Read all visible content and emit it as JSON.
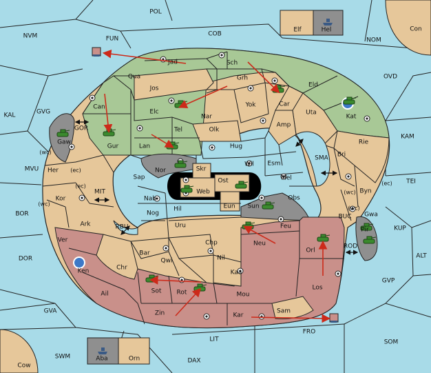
{
  "colors": {
    "sea": "#a8dbe8",
    "green": "#a8c896",
    "tan": "#e6c79a",
    "red": "#c9908a",
    "gray": "#8f8f8f",
    "black": "#000000",
    "arrow": "#cc2a1a",
    "border": "#222222"
  },
  "regions": {
    "pol": "POL",
    "fun": "FUN",
    "cob": "COB",
    "nvm": "NVM",
    "nom": "NOM",
    "con": "Con",
    "elf": "Elf",
    "hel": "Hel",
    "ovd": "OVD",
    "kal": "KAL",
    "gvg": "GVG",
    "mvu": "MVU",
    "bor": "BOR",
    "dor": "DOR",
    "gva": "GVA",
    "swm": "SWM",
    "cow": "Cow",
    "aba": "Aba",
    "orn": "Orn",
    "dax": "DAX",
    "lit": "LIT",
    "fro": "FRO",
    "som": "SOM",
    "gvp": "GVP",
    "alt": "ALT",
    "kup": "KUP",
    "tei": "TEI",
    "kam": "KAM",
    "sma": "SMA",
    "mit": "MIT",
    "rbu": "RBU",
    "buc": "BUC",
    "rod": "ROD",
    "gor": "GOR",
    "jad": "Jad",
    "sch": "Sch",
    "qua": "Qua",
    "jos": "Jos",
    "grh": "Grh",
    "car": "Car",
    "eld": "Eld",
    "kat": "Kat",
    "uta": "Uta",
    "can": "Can",
    "elc": "Elc",
    "nar": "Nar",
    "yok": "Yok",
    "amp": "Amp",
    "tel": "Tel",
    "olk": "Olk",
    "gur": "Gur",
    "lan": "Lan",
    "hug": "Hug",
    "rie": "Rie",
    "bri": "Bri",
    "gaw": "Gaw",
    "wil": "Wil",
    "esm": "Esm",
    "nor": "Nor",
    "skr": "Skr",
    "ost": "Ost",
    "web": "Web",
    "mel": "Mel",
    "her": "Her",
    "sap": "Sap",
    "eun": "Eun",
    "obs": "Obs",
    "byn": "Byn",
    "kor": "Kor",
    "nab": "Nab",
    "sun": "Sun",
    "gwa": "Gwa",
    "ark": "Ark",
    "hil": "Hil",
    "nog": "Nog",
    "uru": "Uru",
    "feu": "Feu",
    "pir": "Pir",
    "ver": "Ver",
    "neu": "Neu",
    "orl": "Orl",
    "chp": "Chp",
    "bar": "Bar",
    "qwi": "Qwi",
    "nil": "Nil",
    "ken": "Ken",
    "chr": "Chr",
    "kaa": "Kaa",
    "los": "Los",
    "sot": "Sot",
    "rot": "Rot",
    "ail": "Ail",
    "mou": "Mou",
    "zin": "Zin",
    "kar": "Kar",
    "sam": "Sam"
  },
  "coast_tags": {
    "wc1": "(wc)",
    "ec1": "(ec)",
    "ec2": "(ec)",
    "wc2": "(wc)",
    "wc3": "(wc)",
    "ec3": "(ec)",
    "wc4": "(wc)"
  }
}
